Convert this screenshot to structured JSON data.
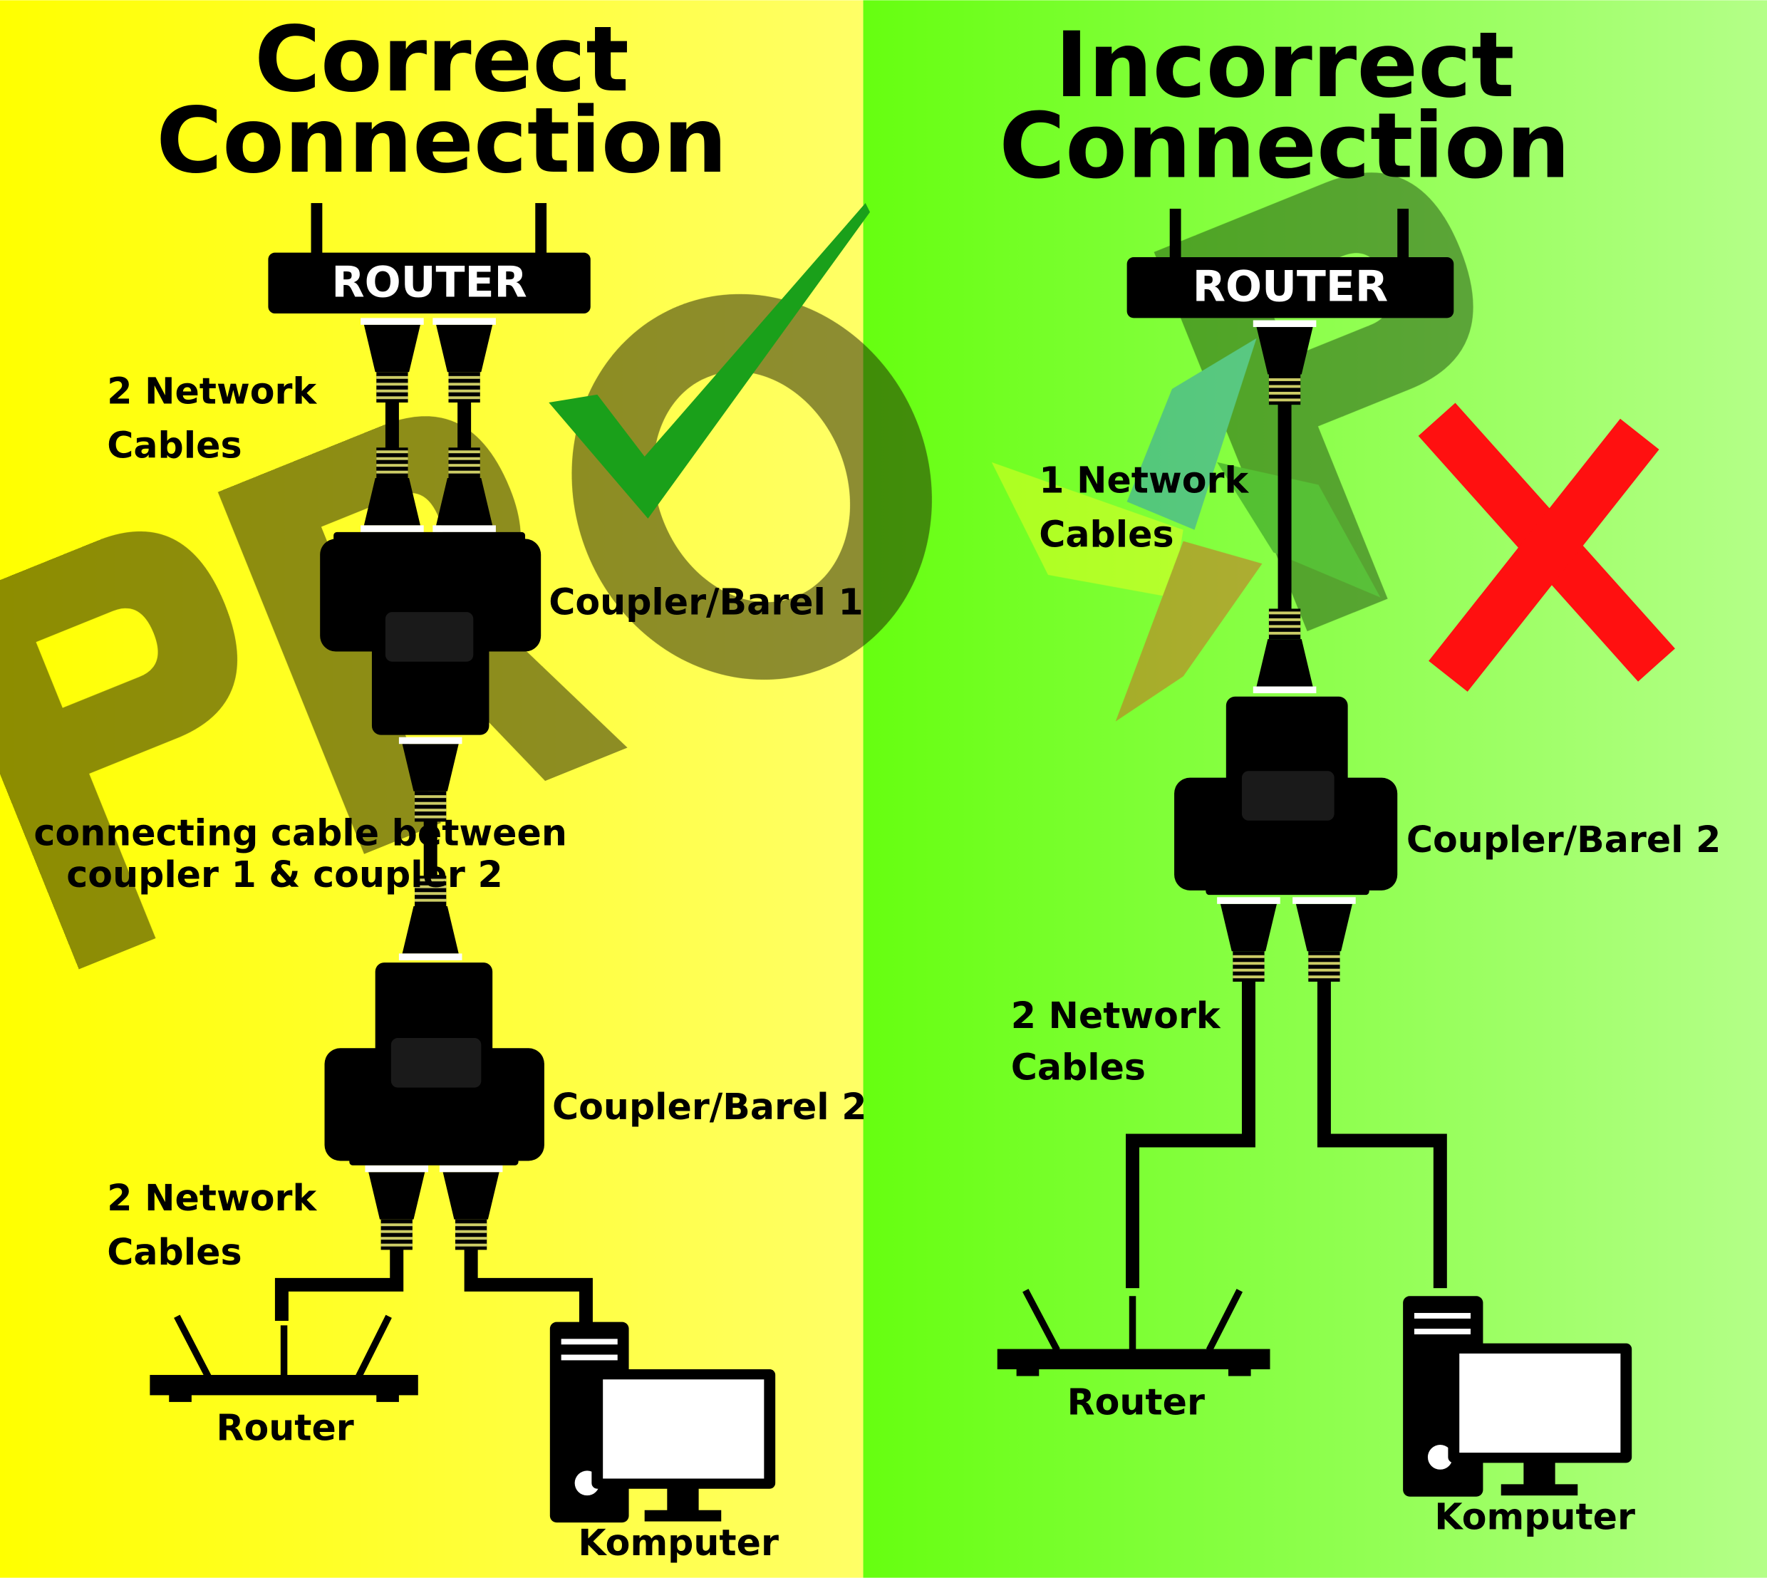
{
  "left": {
    "title_line1": "Correct",
    "title_line2": "Connection",
    "router_label": "ROUTER",
    "top_cables_line1": "2 Network",
    "top_cables_line2": "Cables",
    "coupler1_label": "Coupler/Barel 1",
    "connecting_line1": "connecting cable between",
    "connecting_line2": "coupler 1 & coupler 2",
    "coupler2_label": "Coupler/Barel 2",
    "bottom_cables_line1": "2 Network",
    "bottom_cables_line2": "Cables",
    "device_router_label": "Router",
    "device_computer_label": "Komputer",
    "mark": "check-icon"
  },
  "right": {
    "title_line1": "Incorrect",
    "title_line2": "Connection",
    "router_label": "ROUTER",
    "top_cables_line1": "1 Network",
    "top_cables_line2": "Cables",
    "coupler2_label": "Coupler/Barel 2",
    "bottom_cables_line1": "2 Network",
    "bottom_cables_line2": "Cables",
    "device_router_label": "Router",
    "device_computer_label": "Komputer",
    "mark": "x-icon"
  },
  "watermark": {
    "text": "PROXP"
  },
  "colors": {
    "left_bg_start": "#ffff00",
    "left_bg_end": "#ffff66",
    "right_bg_start": "#66ff10",
    "right_bg_end": "#b4ff88",
    "check": "#1aa01a",
    "cross": "#ff1010"
  }
}
